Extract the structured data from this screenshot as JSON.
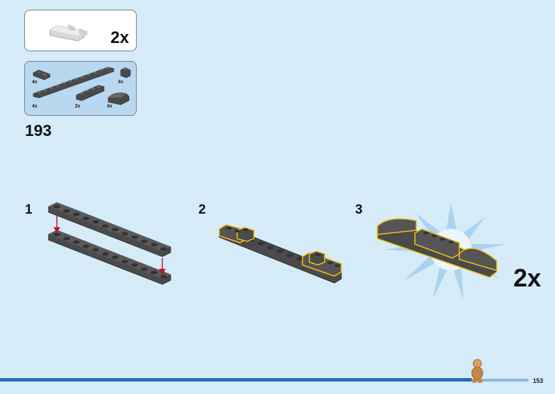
{
  "submodel": {
    "multiplier": "2x"
  },
  "parts": [
    {
      "qty": "4x",
      "icon": "plate-1x2-icon"
    },
    {
      "qty": "4x",
      "icon": "plate-1x1-icon"
    },
    {
      "qty": "4x",
      "icon": "plate-1x12-icon"
    },
    {
      "qty": "2x",
      "icon": "plate-1x4-icon"
    },
    {
      "qty": "4x",
      "icon": "curved-slope-icon"
    }
  ],
  "step": {
    "number": "193"
  },
  "substeps": [
    {
      "number": "1"
    },
    {
      "number": "2"
    },
    {
      "number": "3"
    }
  ],
  "final_multiplier": "2x",
  "page_number": "153",
  "colors": {
    "background": "#d6ebf8",
    "brick": "#4a4a4a",
    "highlight": "#f2c40f",
    "arrow": "#c8102e"
  }
}
